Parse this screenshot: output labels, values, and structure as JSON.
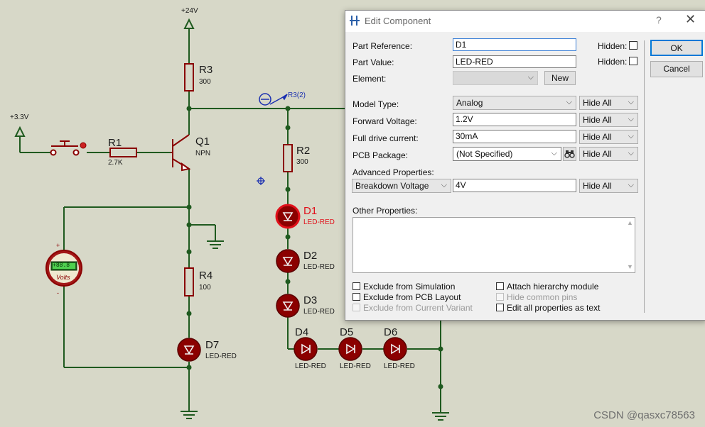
{
  "schematic": {
    "supply_top": "+24V",
    "supply_left": "+3.3V",
    "probe_label": "R3(2)",
    "voltmeter": {
      "unit": "Volts",
      "display": "+88.8",
      "plus": "+",
      "minus": "-"
    },
    "parts": {
      "R3": {
        "ref": "R3",
        "value": "300"
      },
      "R1": {
        "ref": "R1",
        "value": "2.7K"
      },
      "Q1": {
        "ref": "Q1",
        "value": "NPN"
      },
      "R2": {
        "ref": "R2",
        "value": "300"
      },
      "R4": {
        "ref": "R4",
        "value": "100"
      },
      "D1": {
        "ref": "D1",
        "value": "LED-RED"
      },
      "D2": {
        "ref": "D2",
        "value": "LED-RED"
      },
      "D3": {
        "ref": "D3",
        "value": "LED-RED"
      },
      "D4": {
        "ref": "D4",
        "value": "LED-RED"
      },
      "D5": {
        "ref": "D5",
        "value": "LED-RED"
      },
      "D6": {
        "ref": "D6",
        "value": "LED-RED"
      },
      "D7": {
        "ref": "D7",
        "value": "LED-RED"
      }
    },
    "colors": {
      "wire": "#1f5a1f",
      "component": "#8a0000",
      "led_fill": "#8b0000",
      "highlight": "#e0101a"
    }
  },
  "watermark": "CSDN @qasxc78563",
  "dialog": {
    "title": "Edit Component",
    "help_glyph": "?",
    "close_glyph": "✕",
    "part_reference": {
      "label": "Part Reference:",
      "value": "D1",
      "hidden_label": "Hidden:"
    },
    "part_value": {
      "label": "Part Value:",
      "value": "LED-RED",
      "hidden_label": "Hidden:"
    },
    "element": {
      "label": "Element:",
      "value": "",
      "new_label": "New"
    },
    "model_type": {
      "label": "Model Type:",
      "value": "Analog",
      "visibility": "Hide All"
    },
    "forward_voltage": {
      "label": "Forward Voltage:",
      "value": "1.2V",
      "visibility": "Hide All"
    },
    "full_drive_current": {
      "label": "Full drive current:",
      "value": "30mA",
      "visibility": "Hide All"
    },
    "pcb_package": {
      "label": "PCB Package:",
      "value": "(Not Specified)",
      "visibility": "Hide All"
    },
    "advanced": {
      "label": "Advanced Properties:",
      "property": "Breakdown Voltage",
      "value": "4V",
      "visibility": "Hide All"
    },
    "other_properties": {
      "label": "Other Properties:",
      "value": ""
    },
    "checkboxes": {
      "exclude_simulation": {
        "label": "Exclude from Simulation",
        "checked": false
      },
      "exclude_pcb": {
        "label": "Exclude from PCB Layout",
        "checked": false
      },
      "exclude_variant": {
        "label": "Exclude from Current Variant",
        "checked": false,
        "disabled": true
      },
      "attach_hierarchy": {
        "label": "Attach hierarchy module",
        "checked": false
      },
      "hide_common_pins": {
        "label": "Hide common pins",
        "checked": false,
        "disabled": true
      },
      "edit_all_text": {
        "label": "Edit all properties as text",
        "checked": false
      }
    },
    "ok_label": "OK",
    "cancel_label": "Cancel"
  }
}
